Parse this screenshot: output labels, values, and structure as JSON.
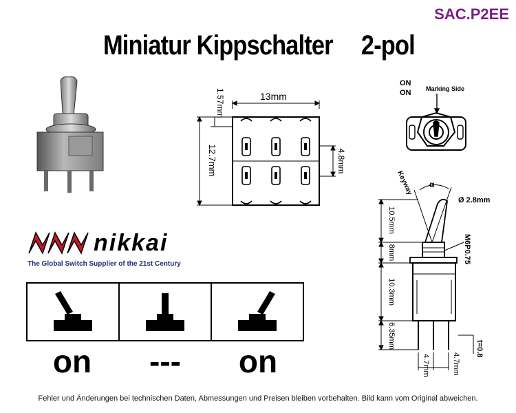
{
  "header": {
    "code": "SAC.P2EE",
    "title_main": "Miniatur Kippschalter",
    "title_poles": "2-pol"
  },
  "brand": {
    "name": "nikkai",
    "slogan": "The Global Switch Supplier of the 21st Century",
    "accent_color": "#c3182a"
  },
  "top_view": {
    "width_label": "13mm",
    "height_label": "12.7mm",
    "edge_label": "1.57mm",
    "pin_pitch_label": "4.8mm"
  },
  "front_view": {
    "on_label_1": "ON",
    "on_label_2": "ON",
    "marking_side": "Marking Side"
  },
  "side_view": {
    "keyway": "Keyway",
    "alpha": "α",
    "diameter": "Ø 2.8mm",
    "lever_height": "10.5mm",
    "bushing_height": "8mm",
    "body_height": "10.3mm",
    "pin_length": "6.35mm",
    "thread": "M6P0.75",
    "pitch_a": "4.7mm",
    "pitch_b": "4.7mm",
    "pin_thickness": "t=0.8"
  },
  "positions": [
    {
      "label": "on"
    },
    {
      "label": "---"
    },
    {
      "label": "on"
    }
  ],
  "footer": "Fehler und Änderungen bei technischen Daten, Abmessungen und Preisen bleiben vorbehalten. Bild kann vom Original abweichen."
}
